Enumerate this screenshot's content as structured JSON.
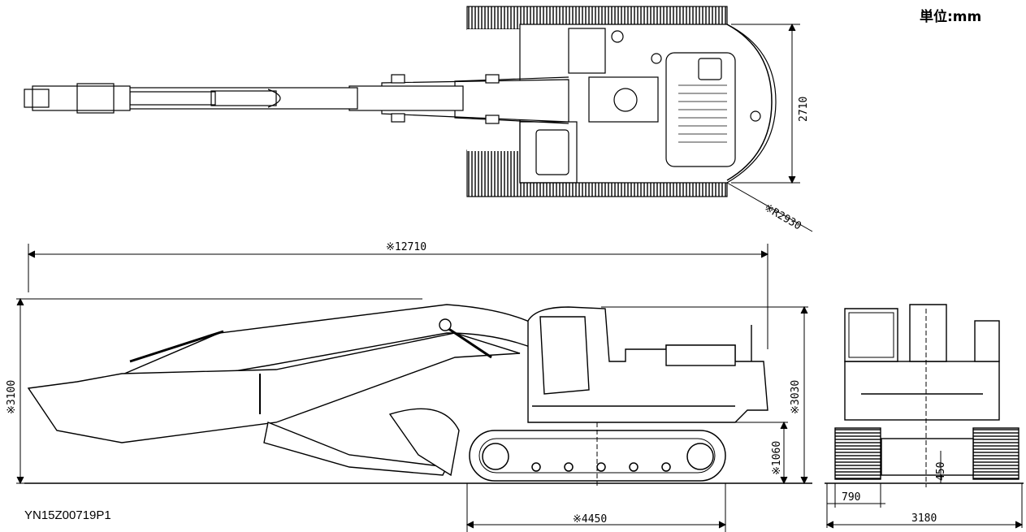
{
  "header": {
    "unit": "単位:mm"
  },
  "footer": {
    "drawing_code": "YN15Z00719P1"
  },
  "dimensions": {
    "top_view_width": "2710",
    "swing_radius": "※R2930",
    "overall_length": "※12710",
    "overall_height_boom": "※3100",
    "cab_height": "※3030",
    "counterweight_clearance": "※1060",
    "track_length": "※4450",
    "ground_clearance": "450",
    "shoe_width": "790",
    "overall_width": "3180"
  }
}
